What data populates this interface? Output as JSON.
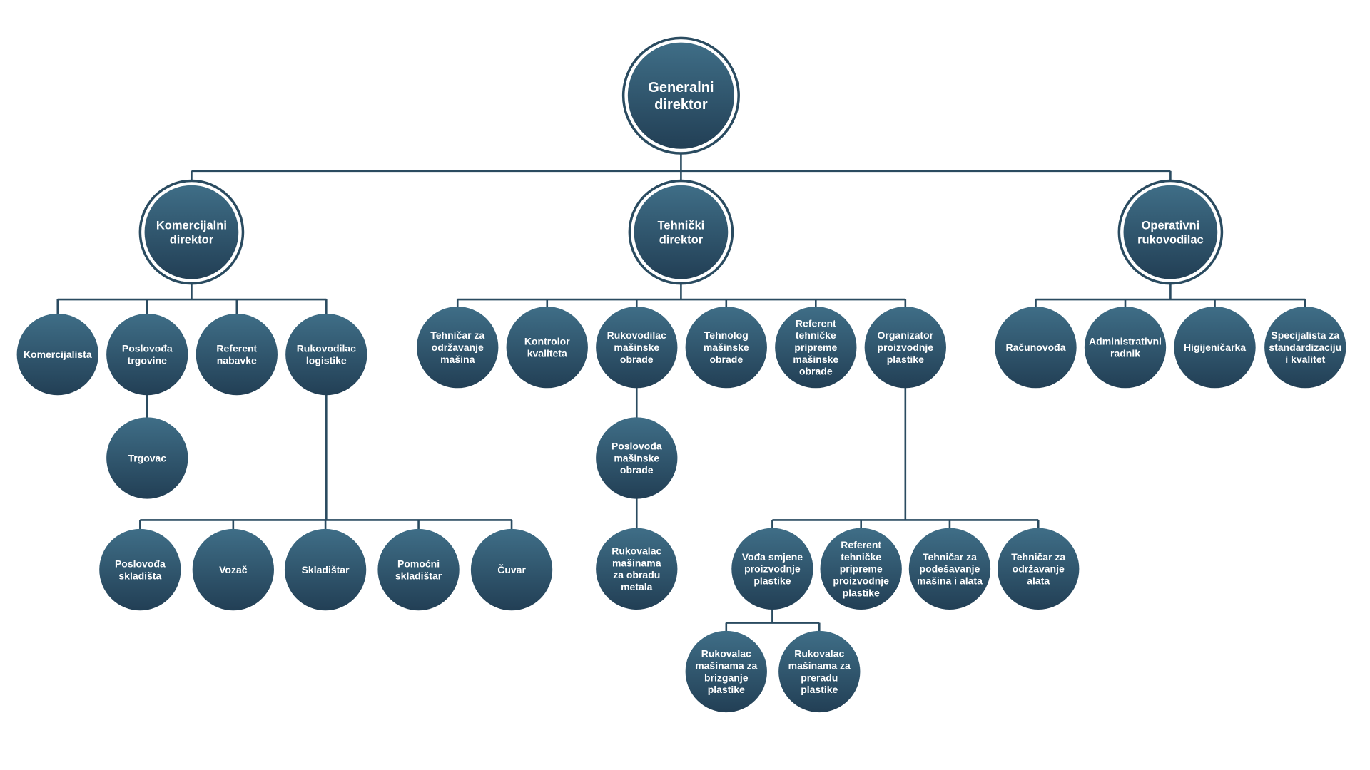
{
  "colors": {
    "node_top": "#3f6e87",
    "node_bottom": "#223f55",
    "connector": "#2a4b60",
    "ring": "#2a4b60"
  },
  "nodes": {
    "gd": {
      "label": "Generalni\ndirektor",
      "level": "root"
    },
    "kd": {
      "label": "Komercijalni\ndirektor",
      "level": "director"
    },
    "td": {
      "label": "Tehnički\ndirektor",
      "level": "director"
    },
    "or": {
      "label": "Operativni\nrukovodilac",
      "level": "director"
    },
    "kom": {
      "label": "Komercijalista"
    },
    "pt": {
      "label": "Poslovođa\ntrgovine"
    },
    "rn": {
      "label": "Referent\nnabavke"
    },
    "rl": {
      "label": "Rukovodilac\nlogistike"
    },
    "trg": {
      "label": "Trgovac"
    },
    "ps": {
      "label": "Poslovođa\nskladišta"
    },
    "voz": {
      "label": "Vozač"
    },
    "skl": {
      "label": "Skladištar"
    },
    "pskl": {
      "label": "Pomoćni\nskladištar"
    },
    "cuv": {
      "label": "Čuvar"
    },
    "tom": {
      "label": "Tehničar za\nodržavanje\nmašina"
    },
    "kk": {
      "label": "Kontrolor\nkvaliteta"
    },
    "rmo": {
      "label": "Rukovodilac\nmašinske\nobrade"
    },
    "tmo": {
      "label": "Tehnolog\nmašinske\nobrade"
    },
    "rtp": {
      "label": "Referent\ntehničke\npripreme\nmašinske\nobrade"
    },
    "opp": {
      "label": "Organizator\nproizvodnje\nplastike"
    },
    "pmo": {
      "label": "Poslovođa\nmašinske\nobrade"
    },
    "rmom": {
      "label": "Rukovalac\nmašinama\nza obradu\nmetala"
    },
    "vs": {
      "label": "Vođa smjene\nproizvodnje\nplastike"
    },
    "rtpp": {
      "label": "Referent\ntehničke\npripreme\nproizvodnje\nplastike"
    },
    "tpa": {
      "label": "Tehničar za\npodešavanje\nmašina i alata"
    },
    "toa": {
      "label": "Tehničar za\nodržavanje\nalata"
    },
    "rbp": {
      "label": "Rukovalac\nmašinama za\nbrizganje\nplastike"
    },
    "rpp": {
      "label": "Rukovalac\nmašinama za\npreradu\nplastike"
    },
    "rac": {
      "label": "Računovođa"
    },
    "adm": {
      "label": "Administrativni\nradnik"
    },
    "hig": {
      "label": "Higijeničarka"
    },
    "sks": {
      "label": "Specijalista za\nstandardizaciju\ni kvalitet"
    }
  },
  "edges": [
    {
      "parent": "gd",
      "children": [
        "kd",
        "td",
        "or"
      ]
    },
    {
      "parent": "kd",
      "children": [
        "kom",
        "pt",
        "rn",
        "rl"
      ]
    },
    {
      "parent": "pt",
      "children": [
        "trg"
      ]
    },
    {
      "parent": "rl",
      "children": [
        "ps",
        "voz",
        "skl",
        "pskl",
        "cuv"
      ]
    },
    {
      "parent": "td",
      "children": [
        "tom",
        "kk",
        "rmo",
        "tmo",
        "rtp",
        "opp"
      ]
    },
    {
      "parent": "rmo",
      "children": [
        "pmo"
      ]
    },
    {
      "parent": "pmo",
      "children": [
        "rmom"
      ]
    },
    {
      "parent": "opp",
      "children": [
        "vs",
        "rtpp",
        "tpa",
        "toa"
      ]
    },
    {
      "parent": "vs",
      "children": [
        "rbp",
        "rpp"
      ]
    },
    {
      "parent": "or",
      "children": [
        "rac",
        "adm",
        "hig",
        "sks"
      ]
    }
  ]
}
